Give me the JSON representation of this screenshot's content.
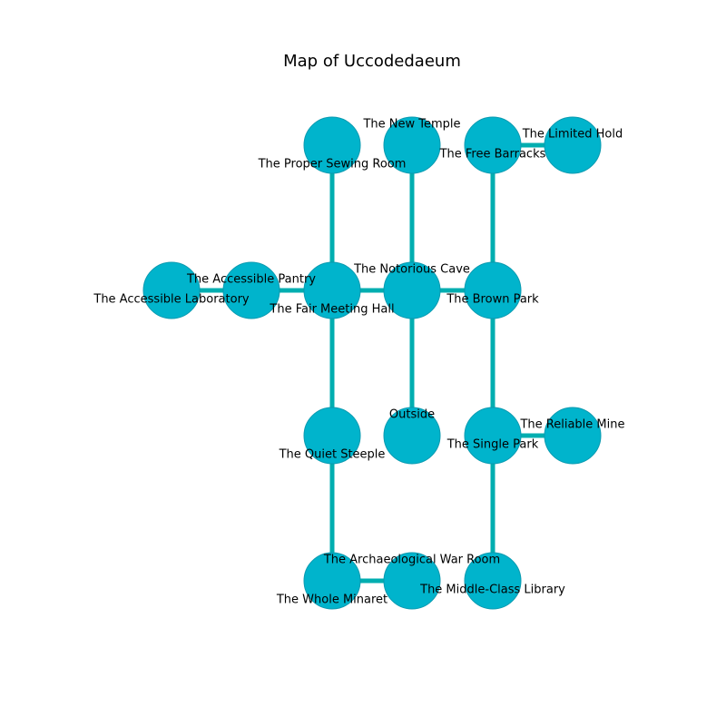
{
  "title": "Map of Uccodedaeum",
  "colors": {
    "node_fill": "#00b4cc",
    "edge": "#00aeb0",
    "label": "#000000"
  },
  "rooms": [
    {
      "id": "accessible-laboratory",
      "label": "The Accessible Laboratory"
    },
    {
      "id": "accessible-pantry",
      "label": "The Accessible Pantry"
    },
    {
      "id": "fair-meeting-hall",
      "label": "The Fair Meeting Hall"
    },
    {
      "id": "notorious-cave",
      "label": "The Notorious Cave"
    },
    {
      "id": "brown-park",
      "label": "The Brown Park"
    },
    {
      "id": "proper-sewing-room",
      "label": "The Proper Sewing Room"
    },
    {
      "id": "new-temple",
      "label": "The New Temple"
    },
    {
      "id": "free-barracks",
      "label": "The Free Barracks"
    },
    {
      "id": "limited-hold",
      "label": "The Limited Hold"
    },
    {
      "id": "quiet-steeple",
      "label": "The Quiet Steeple"
    },
    {
      "id": "outside",
      "label": "Outside"
    },
    {
      "id": "single-park",
      "label": "The Single Park"
    },
    {
      "id": "reliable-mine",
      "label": "The Reliable Mine"
    },
    {
      "id": "whole-minaret",
      "label": "The Whole Minaret"
    },
    {
      "id": "archaeological-war-room",
      "label": "The Archaeological War Room"
    },
    {
      "id": "middle-class-library",
      "label": "The Middle-Class Library"
    }
  ],
  "connections": [
    [
      "accessible-laboratory",
      "accessible-pantry"
    ],
    [
      "accessible-pantry",
      "fair-meeting-hall"
    ],
    [
      "fair-meeting-hall",
      "notorious-cave"
    ],
    [
      "notorious-cave",
      "brown-park"
    ],
    [
      "fair-meeting-hall",
      "proper-sewing-room"
    ],
    [
      "notorious-cave",
      "new-temple"
    ],
    [
      "brown-park",
      "free-barracks"
    ],
    [
      "free-barracks",
      "limited-hold"
    ],
    [
      "fair-meeting-hall",
      "quiet-steeple"
    ],
    [
      "notorious-cave",
      "outside"
    ],
    [
      "brown-park",
      "single-park"
    ],
    [
      "single-park",
      "reliable-mine"
    ],
    [
      "quiet-steeple",
      "whole-minaret"
    ],
    [
      "whole-minaret",
      "archaeological-war-room"
    ],
    [
      "single-park",
      "middle-class-library"
    ]
  ]
}
